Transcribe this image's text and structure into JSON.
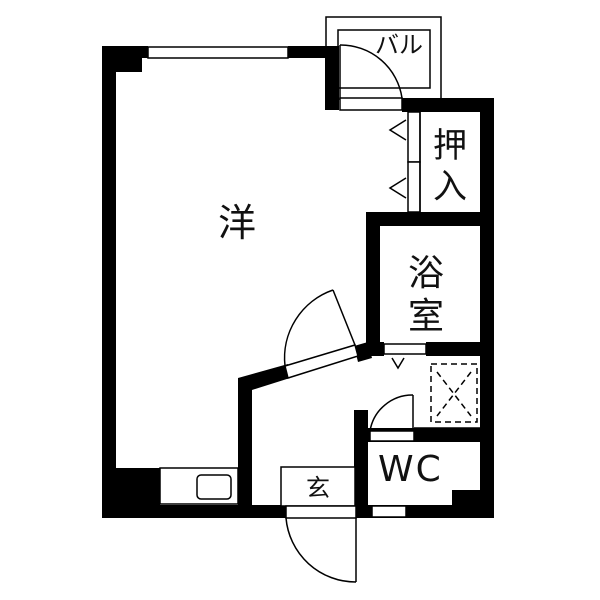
{
  "floor_plan": {
    "rooms": [
      {
        "id": "western",
        "label": "洋"
      },
      {
        "id": "balcony",
        "label": "バル"
      },
      {
        "id": "closet",
        "label": "押入"
      },
      {
        "id": "bathroom",
        "label": "浴室"
      },
      {
        "id": "toilet",
        "label": "WC"
      },
      {
        "id": "entrance",
        "label": "玄"
      }
    ],
    "colors": {
      "wall": "#000000",
      "background": "#ffffff",
      "line": "#111111"
    }
  }
}
